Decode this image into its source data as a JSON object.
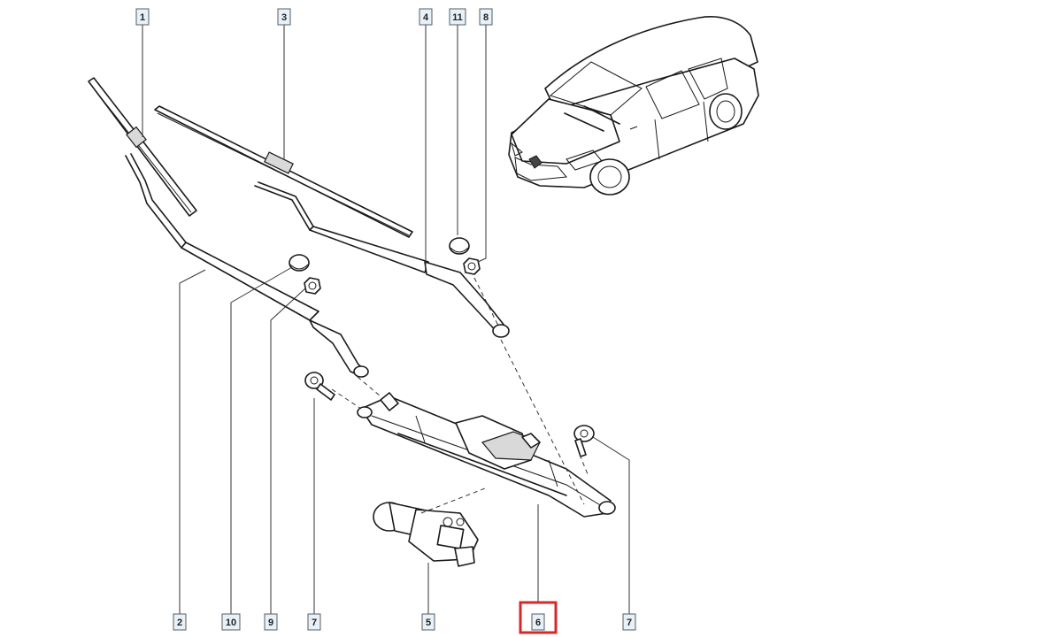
{
  "callouts": {
    "c1": "1",
    "c3": "3",
    "c4": "4",
    "c11": "11",
    "c8": "8",
    "c2": "2",
    "c10": "10",
    "c9": "9",
    "c7a": "7",
    "c5": "5",
    "c6": "6",
    "c7b": "7"
  },
  "highlight": {
    "selected_callout": "6",
    "color": "#d62828"
  },
  "colors": {
    "callout_fill": "#e8f1f8",
    "callout_stroke": "#555c66",
    "line": "#1a1a1a"
  }
}
